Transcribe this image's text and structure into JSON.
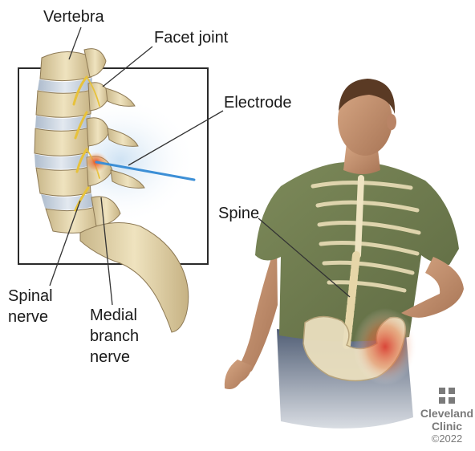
{
  "labels": {
    "vertebra": "Vertebra",
    "facet_joint": "Facet joint",
    "electrode": "Electrode",
    "spine": "Spine",
    "spinal_nerve": [
      "Spinal",
      "nerve"
    ],
    "medial_branch_nerve": [
      "Medial",
      "branch",
      "nerve"
    ]
  },
  "branding": {
    "name_line1": "Cleveland",
    "name_line2": "Clinic",
    "copyright": "©2022"
  },
  "colors": {
    "bone": "#e8d9ad",
    "disc": "#c9d3df",
    "nerve": "#e7c23b",
    "heat_glow": "#e3412c",
    "shirt": "#6f7c4f",
    "skin": "#c79573",
    "pants": "#3d4a5c",
    "inset_frame": "#2a2a2a",
    "leader_line": "#333333",
    "electrode": "#3c8fd6"
  }
}
